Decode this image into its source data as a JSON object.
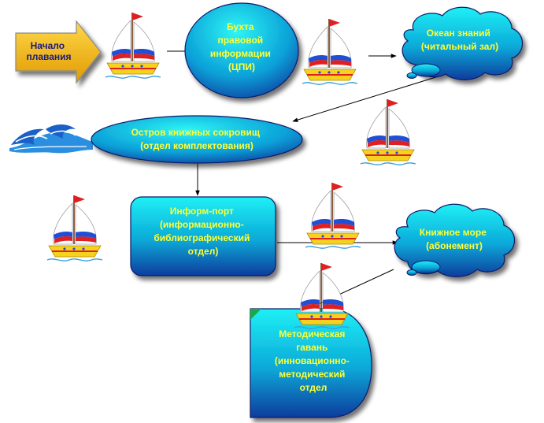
{
  "nodes": {
    "start": {
      "lines": [
        "Начало",
        "плавания"
      ]
    },
    "cpi": {
      "lines": [
        "Бухта",
        "правовой",
        "информации",
        "(ЦПИ)"
      ]
    },
    "ocean": {
      "lines": [
        "Океан знаний",
        "(читальный зал)"
      ]
    },
    "island": {
      "lines": [
        "Остров книжных сокровищ",
        "(отдел комплектования)"
      ]
    },
    "port": {
      "lines": [
        "Информ-порт",
        "(информационно-",
        "библиографический",
        "отдел)"
      ]
    },
    "sea": {
      "lines": [
        "Книжное море",
        "(абонемент)"
      ]
    },
    "harbor": {
      "lines": [
        "Методическая",
        "гавань",
        "(инновационно-",
        "методический",
        "отдел"
      ]
    }
  },
  "colors": {
    "node_fill_top": "#19e3f0",
    "node_fill_bottom": "#0a3fa8",
    "label_text": "#ffff33",
    "start_fill": "#f5b800",
    "start_text": "#1a1a80",
    "arrow": "#000000"
  },
  "icons": [
    "sailboat-icon",
    "wave-icon"
  ]
}
